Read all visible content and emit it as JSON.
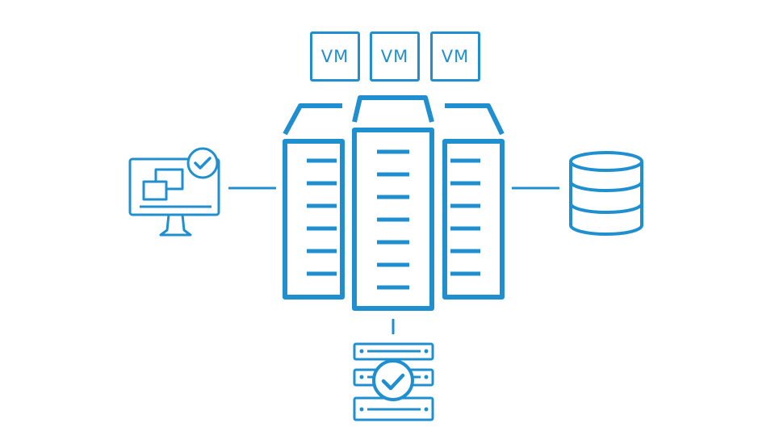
{
  "colors": {
    "accent": "#1f8fcf",
    "background": "#ffffff"
  },
  "icons": {
    "left": "monitor-with-check-icon",
    "right": "database-icon",
    "bottom": "server-rack-with-check-icon",
    "center": "server-towers-icon"
  },
  "vms": [
    {
      "label": "VM"
    },
    {
      "label": "VM"
    },
    {
      "label": "VM"
    }
  ]
}
